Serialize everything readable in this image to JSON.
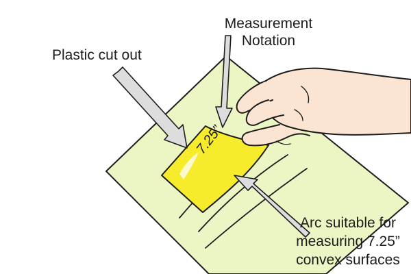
{
  "labels": {
    "plastic_cut_out": "Plastic cut out",
    "measurement_notation": [
      "Measurement",
      "Notation"
    ],
    "arc_description": [
      "Arc suitable for",
      "measuring 7.25”",
      "convex surfaces"
    ]
  },
  "cutout_text": "7.25”",
  "colors": {
    "paper": "#ecf5c4",
    "cutout": "#f7ec2c",
    "cutout_highlight": "#fdfbe0",
    "skin": "#fbe4d2",
    "outline": "#1c1c1c",
    "arrow_fill": "#dddddd"
  }
}
